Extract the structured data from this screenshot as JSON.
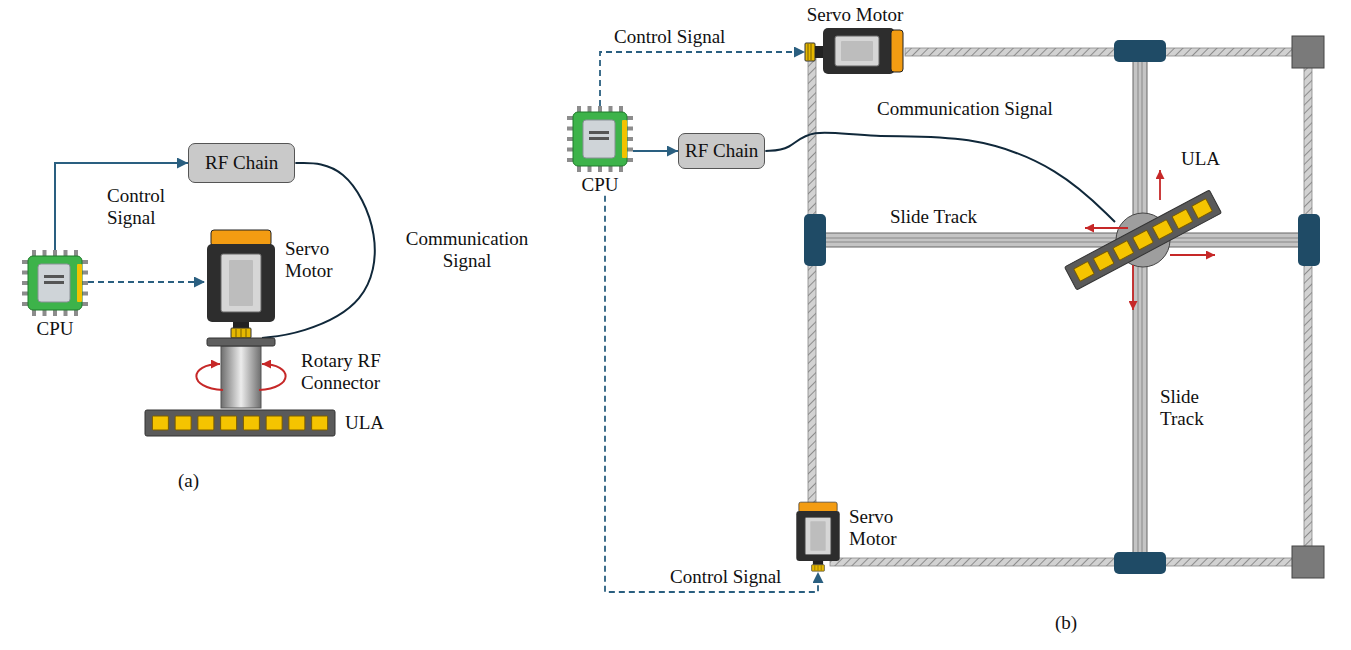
{
  "diagram": {
    "nodes": [
      {
        "text": [
          "CPU"
        ]
      },
      {
        "text": [
          "RF Chain"
        ]
      },
      {
        "text": [
          "Servo Motor"
        ]
      },
      {
        "text": [
          "Rotary RF Connector"
        ]
      },
      {
        "text": [
          "ULA"
        ]
      },
      {
        "text": [
          "CPU"
        ]
      },
      {
        "text": [
          "RF Chain"
        ]
      },
      {
        "text": [
          "Servo Motor"
        ]
      },
      {
        "text": [
          "Servo Motor"
        ]
      },
      {
        "text": [
          "ULA"
        ]
      }
    ],
    "edges": [
      {
        "from": 0,
        "to": 1,
        "arrow": "to"
      },
      {
        "from": 0,
        "to": 2,
        "label": "Control Signal",
        "arrow": "to"
      },
      {
        "from": 1,
        "to": 3,
        "label": "Communication Signal",
        "arrow": "none"
      },
      {
        "from": 5,
        "to": 6,
        "arrow": "to"
      },
      {
        "from": 5,
        "to": 7,
        "label": "Control Signal",
        "arrow": "to"
      },
      {
        "from": 5,
        "to": 8,
        "label": "Control Signal",
        "arrow": "to"
      },
      {
        "from": 6,
        "to": 9,
        "label": "Communication Signal",
        "arrow": "none"
      }
    ],
    "labels": [
      "(a)",
      "(b)",
      "Slide Track",
      "Slide Track"
    ]
  }
}
